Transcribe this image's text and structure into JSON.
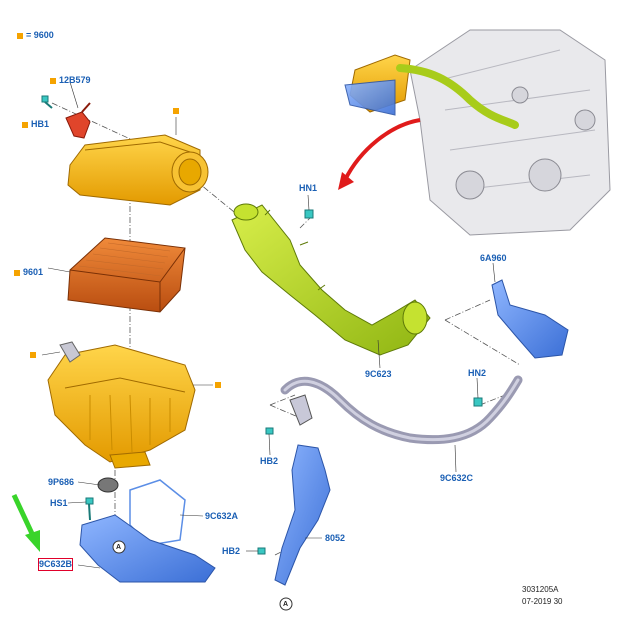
{
  "legend": {
    "text": "= 9600",
    "color": "#f5a300"
  },
  "labels": {
    "l12B579": "12B579",
    "lHB1": "HB1",
    "l9601": "9601",
    "l9P686": "9P686",
    "lHS1": "HS1",
    "l9C632A": "9C632A",
    "l9C632B": "9C632B",
    "lHB2a": "HB2",
    "lHB2b": "HB2",
    "l8052": "8052",
    "lHN1": "HN1",
    "l9C623": "9C623",
    "l6A960": "6A960",
    "lHN2": "HN2",
    "l9C632C": "9C632C",
    "callA1": "A",
    "callA2": "A"
  },
  "stamp": {
    "line1": "3031205A",
    "line2": "07-2019 30"
  },
  "colors": {
    "housing": "#f5b700",
    "filter": "#d9641c",
    "duct": "#b5d61e",
    "bracket": "#5b8ee6",
    "pipe": "#a8a8c0",
    "valve": "#e0452b",
    "label": "#1a5fb4",
    "arrow_red": "#e01b1b",
    "arrow_green": "#39d42a"
  }
}
